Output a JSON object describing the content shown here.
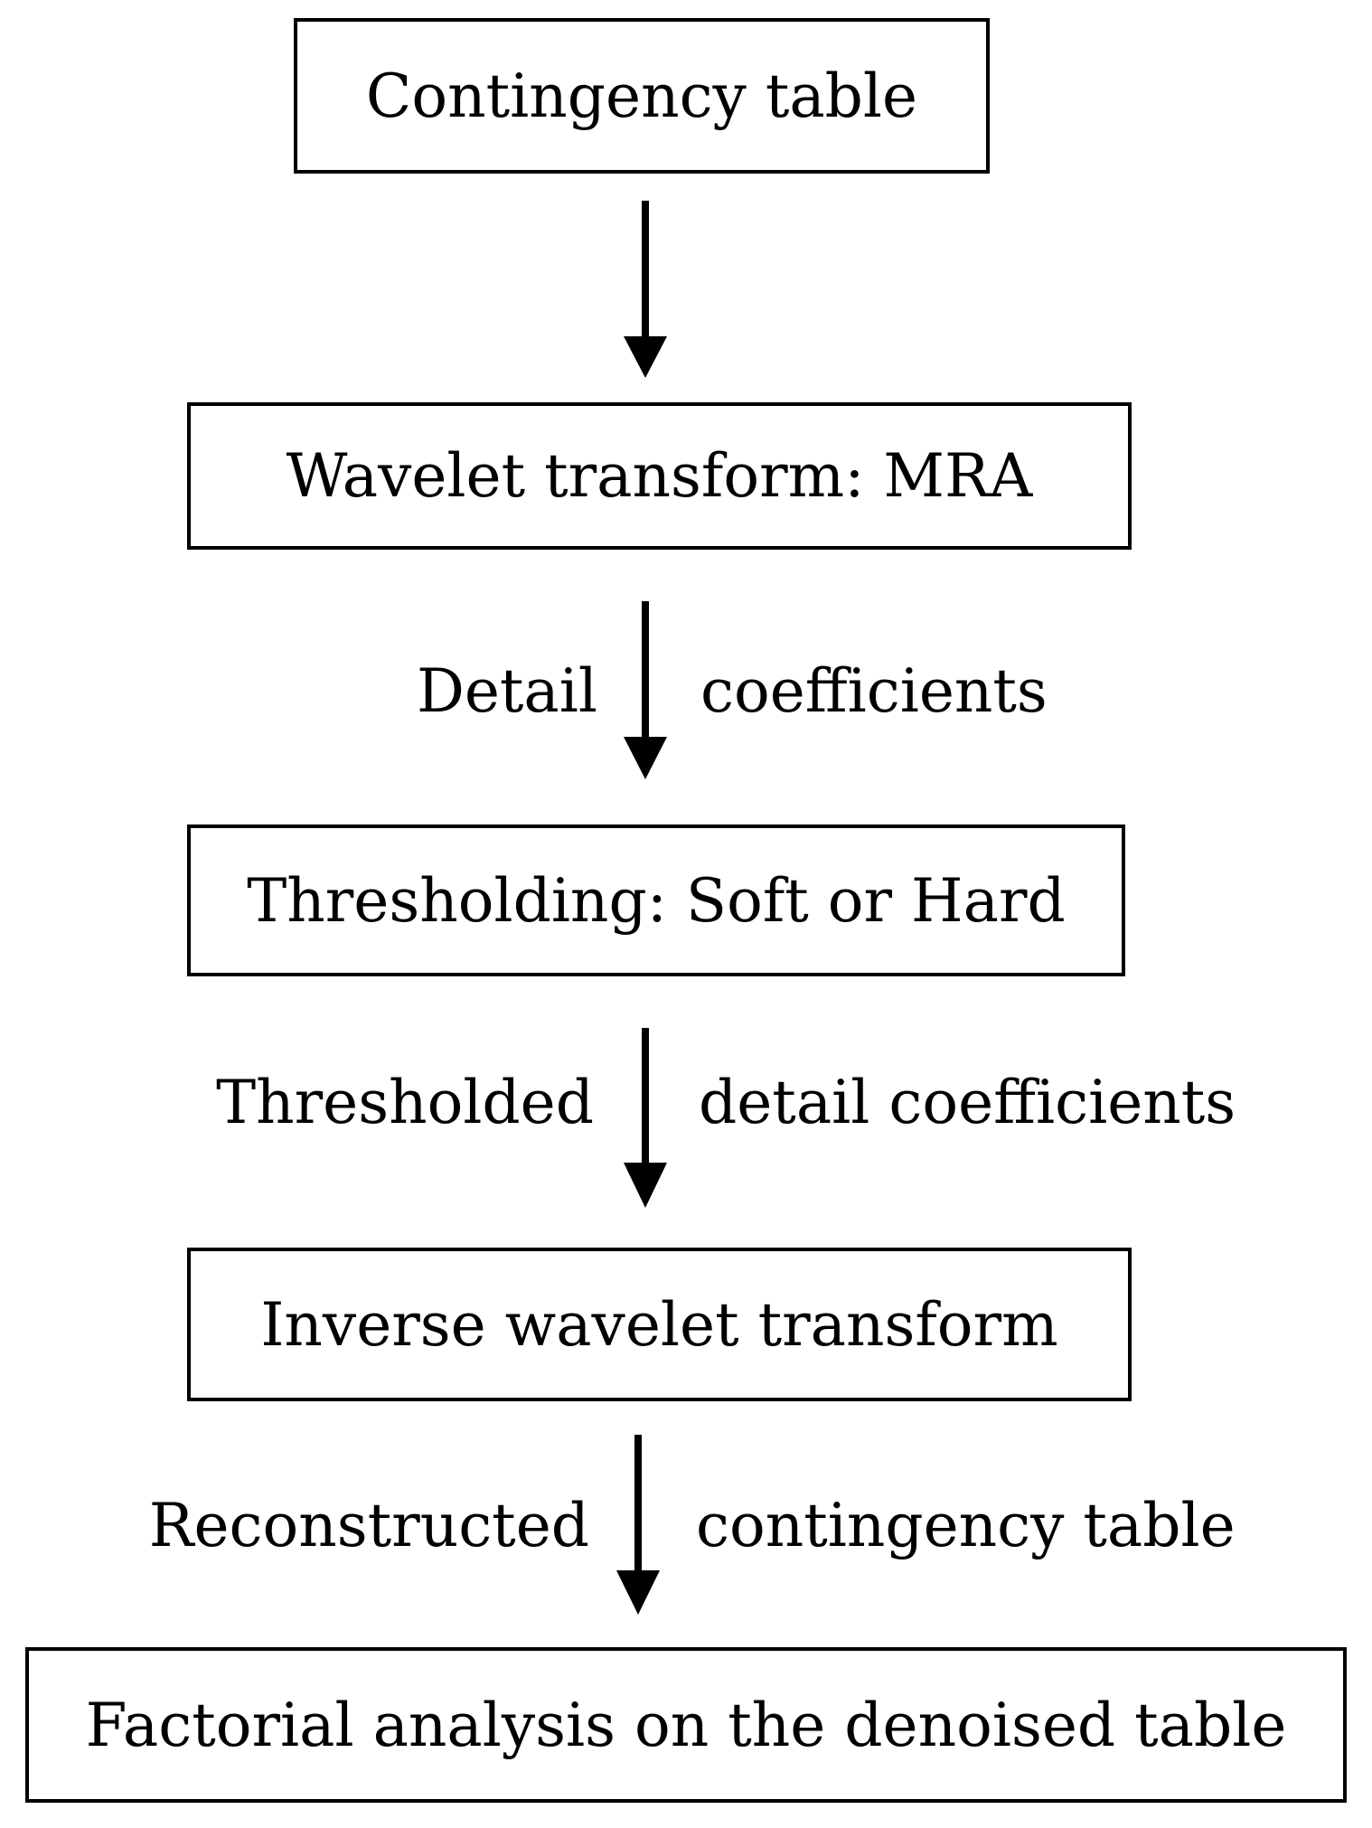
{
  "diagram": {
    "boxes": [
      {
        "id": "contingency-table",
        "label": "Contingency table"
      },
      {
        "id": "wavelet-transform",
        "label": "Wavelet transform: MRA"
      },
      {
        "id": "thresholding",
        "label": "Thresholding: Soft or Hard"
      },
      {
        "id": "inverse-wavelet",
        "label": "Inverse wavelet transform"
      },
      {
        "id": "factorial-analysis",
        "label": "Factorial analysis on the denoised table"
      }
    ],
    "edges": [
      {
        "from": "contingency-table",
        "to": "wavelet-transform",
        "label_left": "",
        "label_right": ""
      },
      {
        "from": "wavelet-transform",
        "to": "thresholding",
        "label_left": "Detail",
        "label_right": "coefficients"
      },
      {
        "from": "thresholding",
        "to": "inverse-wavelet",
        "label_left": "Thresholded",
        "label_right": "detail coefficients"
      },
      {
        "from": "inverse-wavelet",
        "to": "factorial-analysis",
        "label_left": "Reconstructed",
        "label_right": "contingency table"
      }
    ]
  }
}
